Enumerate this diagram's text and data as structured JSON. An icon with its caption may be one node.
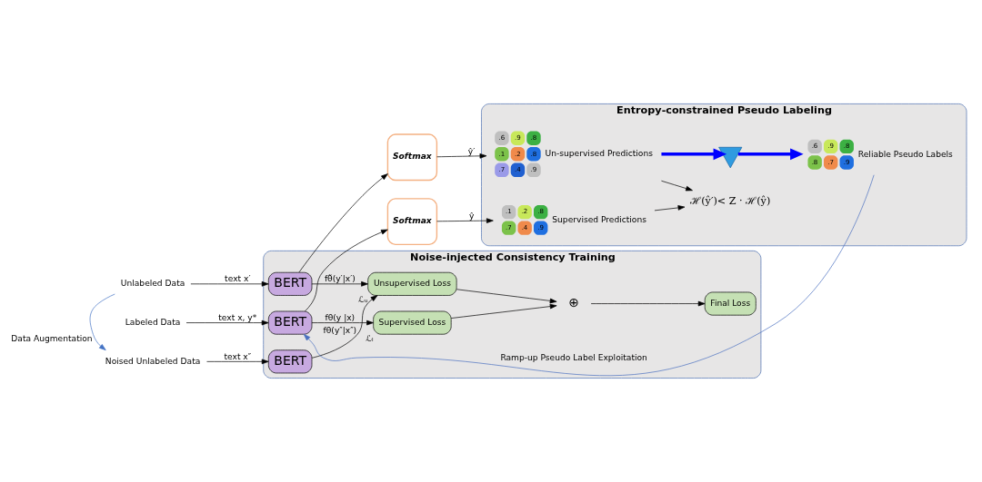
{
  "diagram": {
    "nodes": [
      {
        "text": [
          "Noise-injected Consistency Training"
        ]
      },
      {
        "text": [
          "Entropy-constrained Pseudo Labeling"
        ]
      },
      {
        "text": [
          "Labeled Data"
        ]
      },
      {
        "text": [
          "Noised Unlabeled Data"
        ]
      },
      {
        "text": [
          "Unlabeled Data"
        ]
      },
      {
        "text": [
          "BERT"
        ],
        "in": 0
      },
      {
        "text": [
          "BERT"
        ],
        "in": 0
      },
      {
        "text": [
          "BERT"
        ],
        "in": 0
      },
      {
        "text": [
          "Supervised Loss"
        ],
        "in": 0,
        "beside": [
          "ℒₗ"
        ]
      },
      {
        "text": [
          "⊕"
        ],
        "in": 0
      },
      {
        "text": [
          "Final Loss"
        ],
        "in": 0
      },
      {
        "text": [
          "Unsupervised Loss"
        ],
        "in": 0,
        "beside": [
          "ℒᵤ"
        ]
      },
      {
        "text": [
          "Softmax"
        ]
      },
      {
        "text": [
          "Softmax"
        ]
      },
      {
        "text": [
          ".1",
          ".2",
          ".8",
          ".7",
          ".4",
          ".9",
          "Supervised Predictions"
        ],
        "in": 1
      },
      {
        "text": [
          "ℋ(ŷ′)< Z · ℋ(ŷ)"
        ],
        "in": 1
      },
      {
        "text": [],
        "shape": "funnel",
        "in": 1
      },
      {
        "text": [
          ".6",
          ".9",
          ".8",
          ".8",
          ".7",
          ".9",
          "Reliable Pseudo Labels"
        ],
        "in": 1
      },
      {
        "text": [
          ".6",
          ".9",
          ".8",
          ".1",
          ".2",
          ".8",
          ".7",
          ".4",
          ".9",
          "Un-supervised Predictions"
        ],
        "in": 1
      }
    ],
    "edges": [
      {
        "from": 2,
        "to": 5,
        "arrow": "to",
        "label": "text x, y*"
      },
      {
        "from": 3,
        "to": 6,
        "arrow": "to",
        "label": "text x″"
      },
      {
        "from": 4,
        "to": 7,
        "arrow": "to",
        "label": "text x′"
      },
      {
        "from": 4,
        "to": 3,
        "arrow": "to",
        "label": "Data Augmentation",
        "color": "#4472c4"
      },
      {
        "from": 5,
        "to": 8,
        "arrow": "to",
        "label": "fθ(y |x)"
      },
      {
        "from": 6,
        "to": 11,
        "arrow": "to",
        "label": "fθ(y″|x″)"
      },
      {
        "from": 7,
        "to": 11,
        "arrow": "to",
        "label": "fθ̃(y′|x′)"
      },
      {
        "from": 8,
        "to": 9,
        "arrow": "to"
      },
      {
        "from": 11,
        "to": 9,
        "arrow": "to"
      },
      {
        "from": 9,
        "to": 10,
        "arrow": "to"
      },
      {
        "from": 5,
        "to": 12,
        "arrow": "to"
      },
      {
        "from": 7,
        "to": 13,
        "arrow": "to"
      },
      {
        "from": 12,
        "to": 14,
        "arrow": "to",
        "label": "ŷ"
      },
      {
        "from": 13,
        "to": 18,
        "arrow": "to",
        "label": "ŷ′"
      },
      {
        "from": 14,
        "to": 15,
        "arrow": "to"
      },
      {
        "from": 18,
        "to": 15,
        "arrow": "to"
      },
      {
        "from": 18,
        "to": 16,
        "arrow": "to",
        "style": "thick",
        "color": "#0000ff"
      },
      {
        "from": 16,
        "to": 17,
        "arrow": "to",
        "style": "thick",
        "color": "#0000ff"
      },
      {
        "from": 17,
        "to": 5,
        "arrow": "to",
        "label": "Ramp-up Pseudo Label Exploitation",
        "color": "#4a70c0"
      }
    ]
  }
}
